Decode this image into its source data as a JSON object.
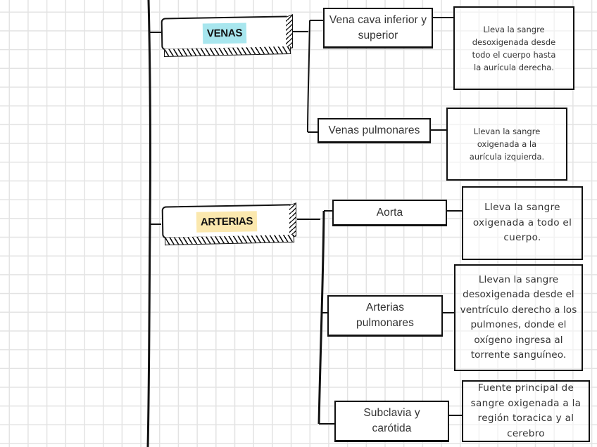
{
  "diagram": {
    "categories": [
      {
        "label": "VENAS",
        "highlight": "#a8e6ee",
        "children": [
          {
            "label": "Vena cava inferior y superior",
            "description": "Lleva la sangre desoxigenada desde todo el cuerpo hasta la aurícula derecha."
          },
          {
            "label": "Venas pulmonares",
            "description": "Llevan la sangre oxigenada a la aurícula izquierda."
          }
        ]
      },
      {
        "label": "ARTERIAS",
        "highlight": "#fbe8ae",
        "children": [
          {
            "label": "Aorta",
            "description": "Lleva la sangre oxigenada a todo el cuerpo."
          },
          {
            "label": "Arterias pulmonares",
            "description": "Llevan la sangre desoxigenada desde el ventrículo derecho a los pulmones, donde el oxígeno ingresa al torrente sanguíneo."
          },
          {
            "label": "Subclavia y carótida",
            "description": "Fuente principal de sangre oxigenada a la región toracica y al cerebro"
          }
        ]
      }
    ]
  }
}
